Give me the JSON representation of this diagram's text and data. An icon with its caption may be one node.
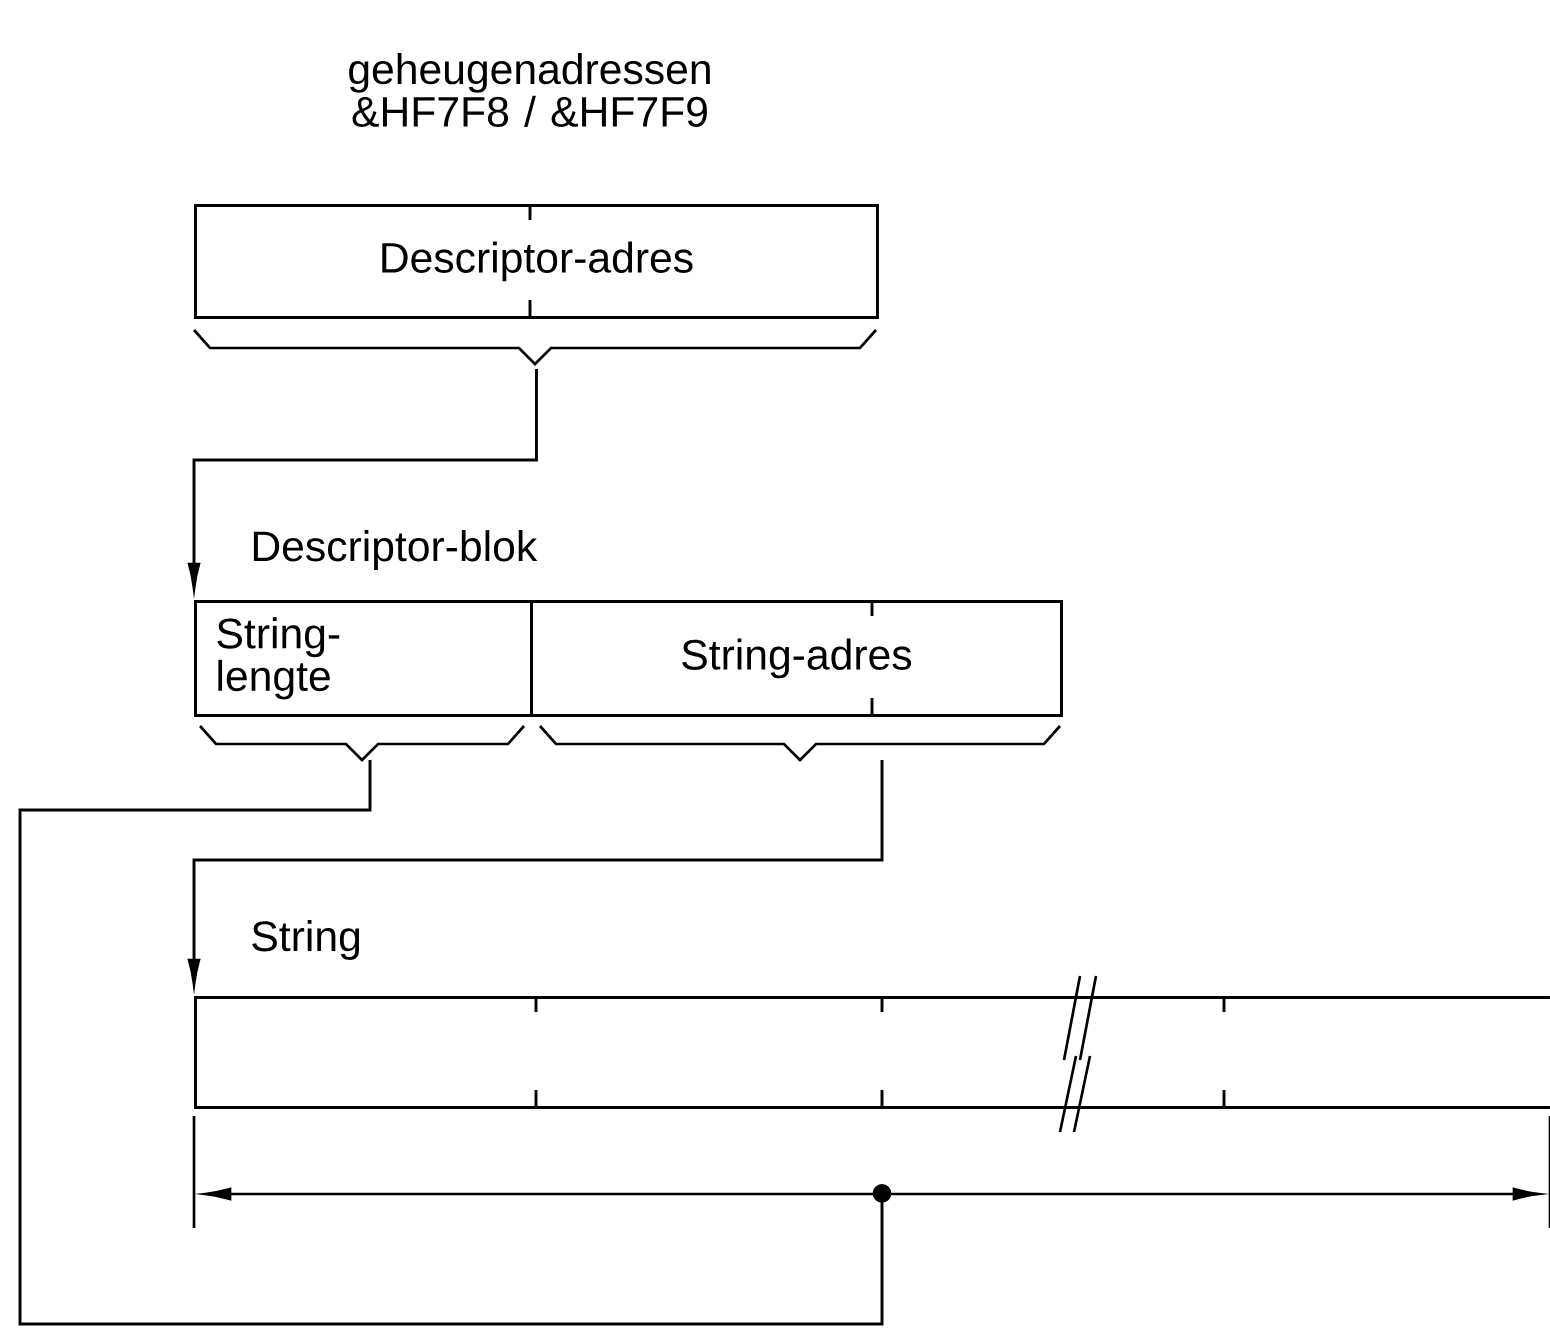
{
  "diagram": {
    "nodes": [
      {
        "text": [
          "geheugenadressen &HF7F8 / &HF7F9",
          "Descriptor-adres"
        ]
      },
      {
        "text": [
          "Descriptor-blok"
        ]
      },
      {
        "text": [
          "String- lengte"
        ],
        "in": 1
      },
      {
        "text": [
          "String-adres"
        ],
        "in": 1
      },
      {
        "text": [
          "String"
        ]
      }
    ],
    "edges": [
      {
        "from": 0,
        "to": 1,
        "arrow": "to"
      },
      {
        "from": 3,
        "to": 4,
        "arrow": "to"
      },
      {
        "from": 2,
        "to": null,
        "arrow": "other"
      }
    ]
  }
}
